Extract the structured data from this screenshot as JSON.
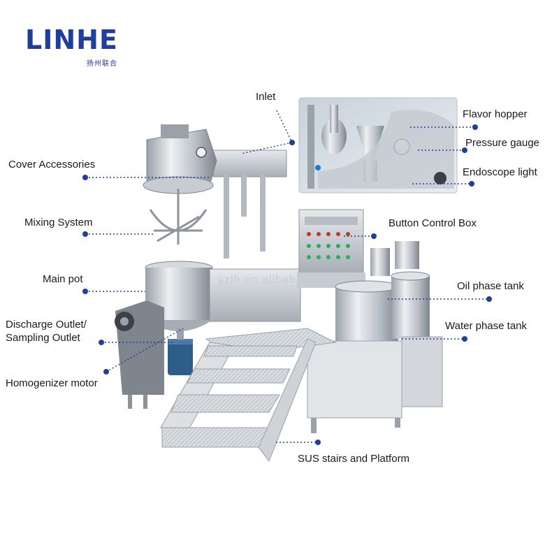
{
  "brand": {
    "name": "LINHE",
    "subtitle": "扬州联合",
    "color": "#1f3f9a"
  },
  "watermark": "yzlh.en.alibaba.com",
  "labels": {
    "inlet": "Inlet",
    "flavor_hopper": "Flavor hopper",
    "pressure_gauge": "Pressure gauge",
    "endoscope_light": "Endoscope light",
    "cover_accessories": "Cover Accessories",
    "mixing_system": "Mixing System",
    "button_control_box": "Button Control Box",
    "main_pot": "Main pot",
    "oil_phase_tank": "Oil phase tank",
    "discharge_outlet": "Discharge Outlet/",
    "sampling_outlet": "Sampling Outlet",
    "water_phase_tank": "Water phase tank",
    "homogenizer_motor": "Homogenizer motor",
    "sus_stairs": "SUS stairs and Platform"
  },
  "colors": {
    "dot": "#1f3f9a",
    "steel": "#c7ccd2",
    "steel_dark": "#8c939b",
    "steel_light": "#e8ebee",
    "motor": "#2f5d8a"
  }
}
